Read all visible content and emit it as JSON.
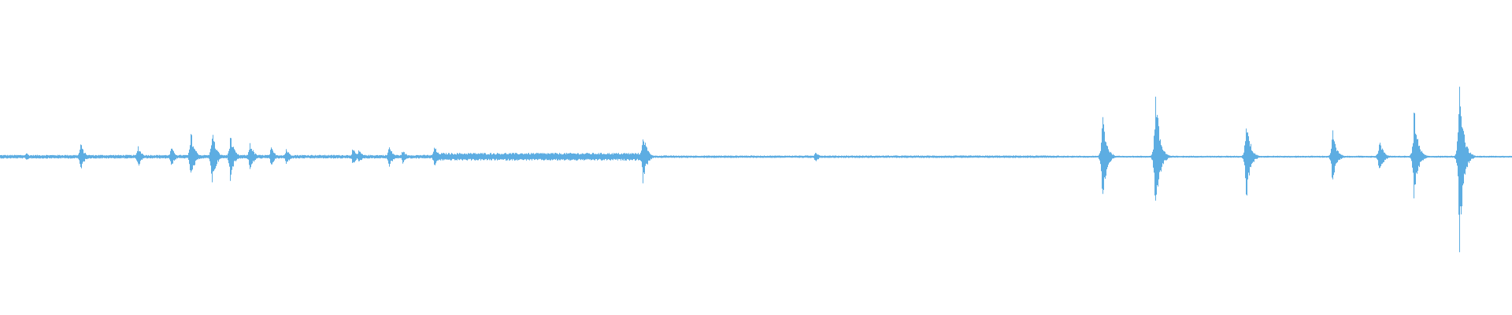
{
  "waveform": {
    "color": "#5DADE2",
    "background": "#ffffff",
    "duration_fraction_bursts": [
      {
        "t": 0.017,
        "amp": 0.03
      },
      {
        "t": 0.053,
        "amp": 0.1
      },
      {
        "t": 0.091,
        "amp": 0.08
      },
      {
        "t": 0.113,
        "amp": 0.07
      },
      {
        "t": 0.126,
        "amp": 0.18
      },
      {
        "t": 0.14,
        "amp": 0.2
      },
      {
        "t": 0.152,
        "amp": 0.16
      },
      {
        "t": 0.165,
        "amp": 0.11
      },
      {
        "t": 0.179,
        "amp": 0.07
      },
      {
        "t": 0.189,
        "amp": 0.06
      },
      {
        "t": 0.233,
        "amp": 0.06
      },
      {
        "t": 0.237,
        "amp": 0.05
      },
      {
        "t": 0.257,
        "amp": 0.08
      },
      {
        "t": 0.266,
        "amp": 0.05
      },
      {
        "t": 0.287,
        "amp": 0.08
      },
      {
        "t": 0.425,
        "amp": 0.19
      },
      {
        "t": 0.539,
        "amp": 0.04
      },
      {
        "t": 0.729,
        "amp": 0.33
      },
      {
        "t": 0.764,
        "amp": 0.5
      },
      {
        "t": 0.824,
        "amp": 0.31
      },
      {
        "t": 0.881,
        "amp": 0.19
      },
      {
        "t": 0.912,
        "amp": 0.13
      },
      {
        "t": 0.935,
        "amp": 0.33
      },
      {
        "t": 0.965,
        "amp": 0.65
      }
    ],
    "noise_sections": [
      {
        "start": 0.0,
        "end": 0.425,
        "amp": 0.012
      },
      {
        "start": 0.29,
        "end": 0.425,
        "amp": 0.025
      },
      {
        "start": 0.425,
        "end": 0.7,
        "amp": 0.008
      },
      {
        "start": 0.7,
        "end": 1.0,
        "amp": 0.006
      }
    ]
  }
}
